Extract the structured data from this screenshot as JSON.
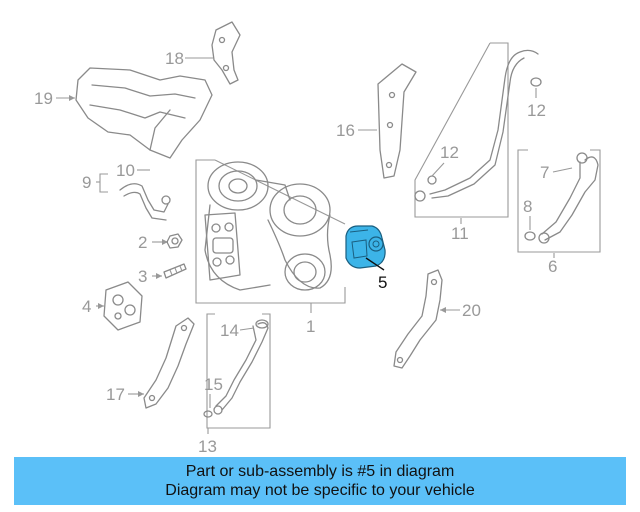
{
  "diagram": {
    "highlight_color": "#3cb4e8",
    "callouts": {
      "c1": "1",
      "c2": "2",
      "c3": "3",
      "c4": "4",
      "c5": "5",
      "c6": "6",
      "c7": "7",
      "c8": "8",
      "c9": "9",
      "c10": "10",
      "c11": "11",
      "c12a": "12",
      "c12b": "12",
      "c13": "13",
      "c14": "14",
      "c15": "15",
      "c16": "16",
      "c17": "17",
      "c18": "18",
      "c19": "19",
      "c20": "20"
    }
  },
  "banner": {
    "line1": "Part or sub-assembly is #5 in diagram",
    "line2": "Diagram may not be specific to your vehicle",
    "color": "#5bc0f8"
  }
}
